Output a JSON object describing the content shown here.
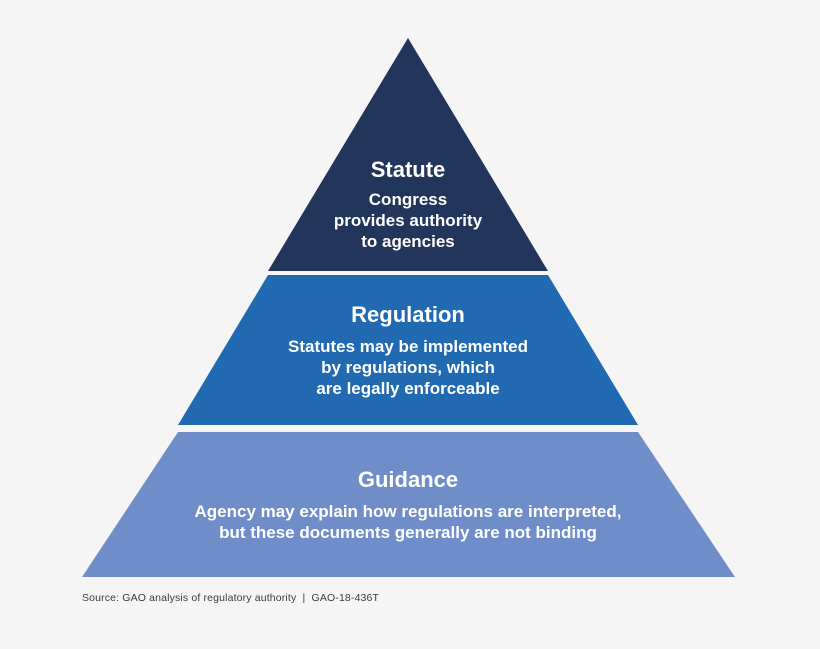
{
  "figure": {
    "background_color": "#f5f5f5",
    "source_note": "Source: GAO analysis of regulatory authority  |  GAO-18-436T"
  },
  "chart_data": {
    "type": "pyramid",
    "title": "",
    "orientation": "apex-up",
    "tier_count": 3,
    "tiers": [
      {
        "level": 1,
        "position": "top",
        "heading": "Statute",
        "color": "#22355b",
        "body_lines": [
          "Congress",
          "provides authority",
          "to agencies"
        ],
        "body_text": "Congress provides authority to agencies"
      },
      {
        "level": 2,
        "position": "middle",
        "heading": "Regulation",
        "color": "#2169b0",
        "body_lines": [
          "Statutes may be implemented",
          "by regulations, which",
          "are legally enforceable"
        ],
        "body_text": "Statutes may be implemented by regulations, which are legally enforceable"
      },
      {
        "level": 3,
        "position": "bottom",
        "heading": "Guidance",
        "color": "#6f8dc8",
        "body_lines": [
          "Agency may explain how regulations are interpreted,",
          "but these documents generally are not binding"
        ],
        "body_text": "Agency may explain how regulations are interpreted, but these documents generally are not binding"
      }
    ]
  }
}
